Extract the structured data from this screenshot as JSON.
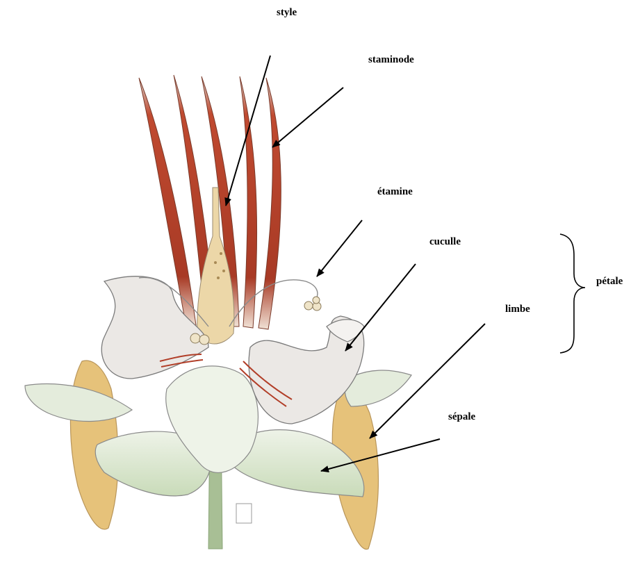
{
  "labels": {
    "style": "style",
    "staminode": "staminode",
    "etamine": "étamine",
    "cuculle": "cuculle",
    "limbe": "limbe",
    "petale": "pétale",
    "sepale": "sépale"
  },
  "colors": {
    "background": "#ffffff",
    "staminode_red": "#b8412b",
    "stamen_cream": "#ecd9b0",
    "petal_white": "#e7e5e3",
    "sepal_green": "#d7e6cc",
    "sepal_yellow": "#e8c57e",
    "stem_green": "#9db58c",
    "outline": "#7a7a7a",
    "arrow": "#000000"
  }
}
